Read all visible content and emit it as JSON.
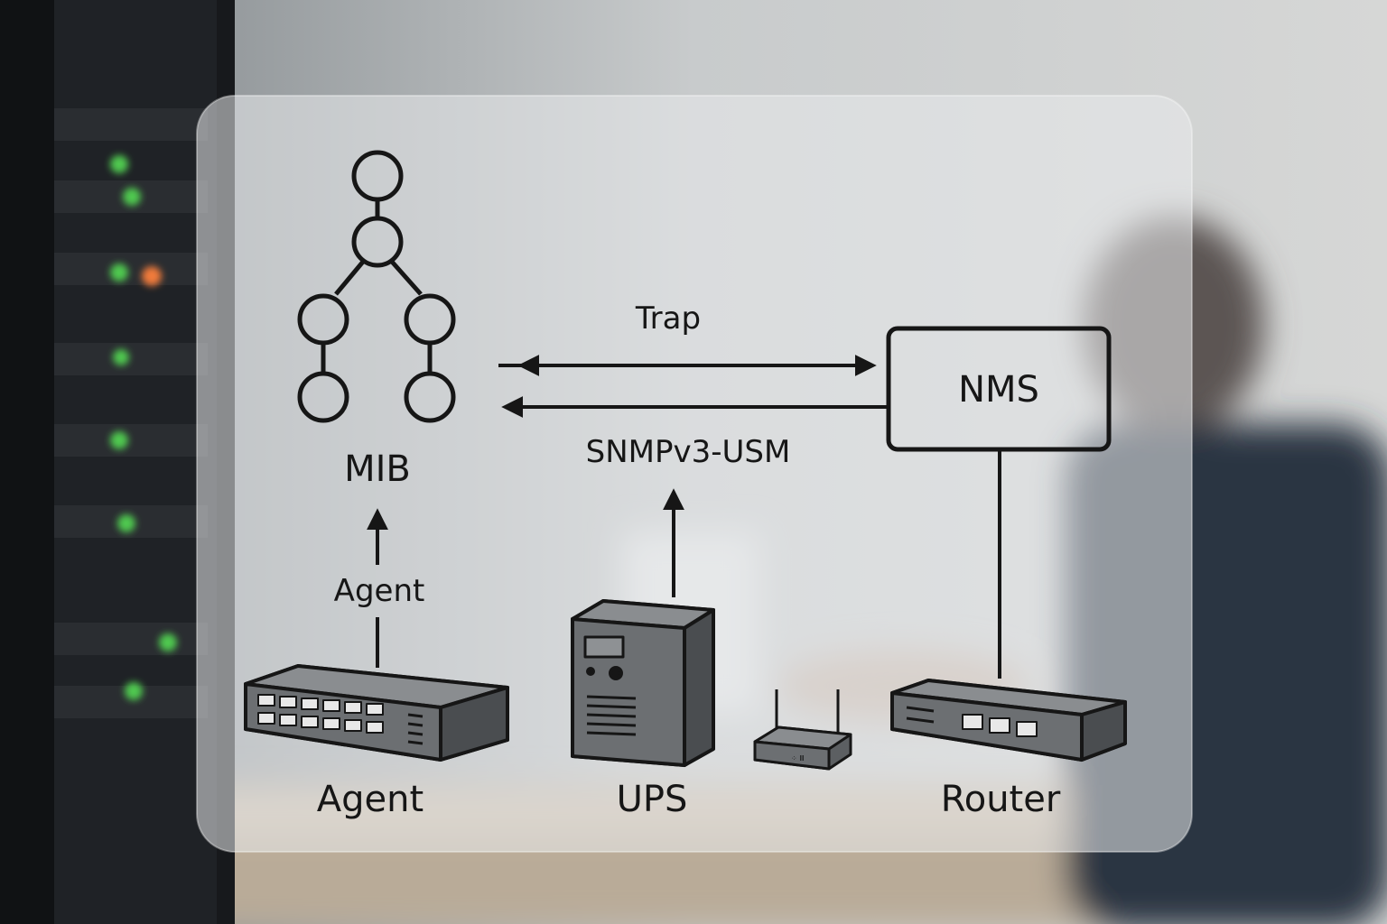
{
  "diagram": {
    "title": "",
    "nodes": {
      "mib": {
        "label": "MIB"
      },
      "nms": {
        "label": "NMS"
      },
      "agent_device": {
        "label": "Agent"
      },
      "ups": {
        "label": "UPS"
      },
      "router": {
        "label": "Router"
      },
      "access_point": {
        "label": "",
        "tag": "⁘ Ⅲ"
      }
    },
    "edges": {
      "trap": {
        "label": "Trap",
        "from": "MIB",
        "to": "NMS",
        "direction": "both"
      },
      "snmp": {
        "label": "SNMPv3-USM",
        "from": "NMS",
        "to": "MIB",
        "direction": "one-way"
      },
      "agent_to_mib": {
        "label": "Agent",
        "from": "Agent",
        "to": "MIB"
      },
      "ups_to_link": {
        "label": "",
        "from": "UPS",
        "to": "SNMPv3-USM"
      },
      "router_to_nms": {
        "label": "",
        "from": "Router",
        "to": "NMS"
      }
    }
  },
  "colors": {
    "stroke": "#161616",
    "panel": "#e9ebec",
    "device_fill": "#5c5f62",
    "led_green": "#4fc94f",
    "led_orange": "#f07a3a"
  },
  "icons": [
    "tree-icon",
    "switch-icon",
    "server-tower-icon",
    "wifi-router-icon",
    "router-icon"
  ]
}
